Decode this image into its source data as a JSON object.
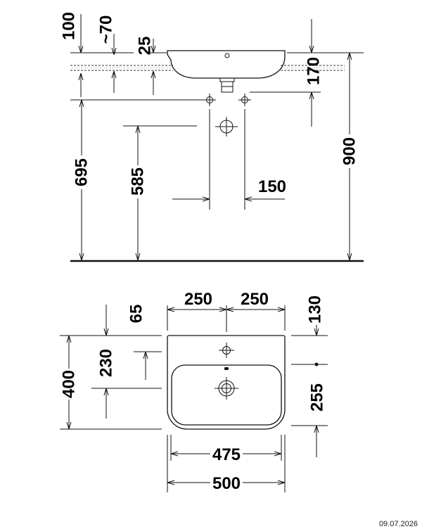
{
  "elevation": {
    "dim_rim_offset": "100",
    "dim_overflow_offset": "~70",
    "dim_rim_thickness": "25",
    "dim_rim_to_trap": "170",
    "dim_rim_height": "900",
    "dim_bolt_height": "695",
    "dim_waste_height": "585",
    "dim_bolt_spacing": "150"
  },
  "plan": {
    "dim_half_width_left": "250",
    "dim_half_width_right": "250",
    "dim_tap_hole_offset": "65",
    "dim_bowl_offset": "130",
    "dim_waste_offset": "230",
    "dim_depth": "400",
    "dim_bowl_depth": "255",
    "dim_bowl_width": "475",
    "dim_overall_width": "500"
  },
  "footer": {
    "date": "09.07.2026"
  }
}
